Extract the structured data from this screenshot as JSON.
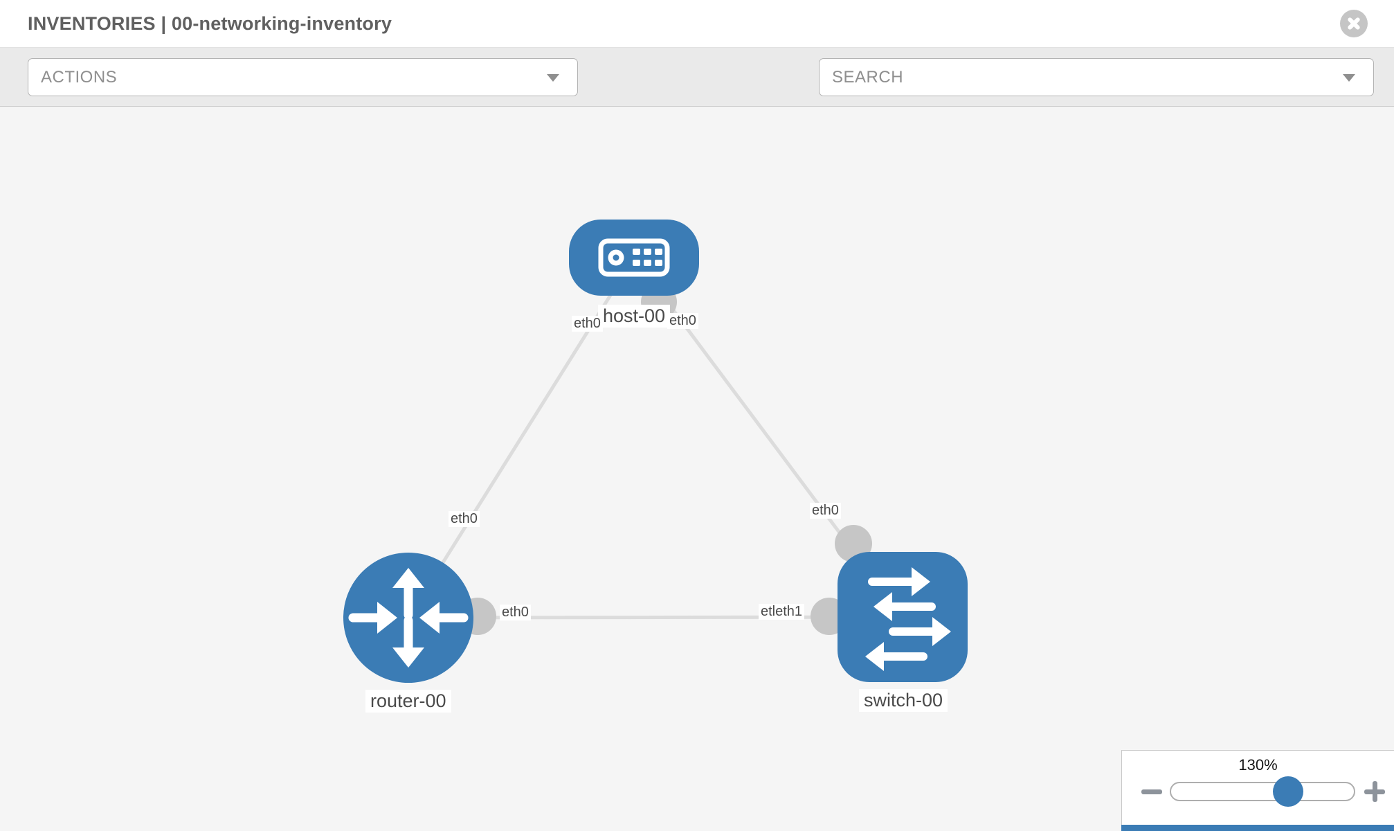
{
  "colors": {
    "accent_blue": "#3b7cb5",
    "link_gray": "#dcdcdc",
    "endpoint_gray": "#c6c6c6",
    "toolbar_bg": "#eaeaea",
    "canvas_bg": "#f5f5f5"
  },
  "header": {
    "title": "INVENTORIES | 00-networking-inventory",
    "close_icon": "circle-x-icon"
  },
  "toolbar": {
    "actions_label": "ACTIONS",
    "search_label": "SEARCH",
    "icons": [
      "wrench-icon",
      "key-icon"
    ]
  },
  "topology": {
    "nodes": [
      {
        "label": "host-00",
        "type": "host"
      },
      {
        "label": "router-00",
        "type": "router"
      },
      {
        "label": "switch-00",
        "type": "switch"
      }
    ],
    "links": [
      {
        "from": "host-00",
        "to": "router-00"
      },
      {
        "from": "host-00",
        "to": "switch-00"
      },
      {
        "from": "router-00",
        "to": "switch-00"
      }
    ],
    "interface_labels": {
      "host_to_router_at_host": "eth0",
      "host_to_router_at_router": "eth0",
      "host_to_switch_at_host": "eth0",
      "host_to_switch_at_switch": "eth0",
      "router_to_switch_at_router": "eth0",
      "router_to_switch_at_switch": "etleth1"
    }
  },
  "zoom_control": {
    "value": "130%",
    "minus_icon": "minus-icon",
    "plus_icon": "plus-icon"
  }
}
